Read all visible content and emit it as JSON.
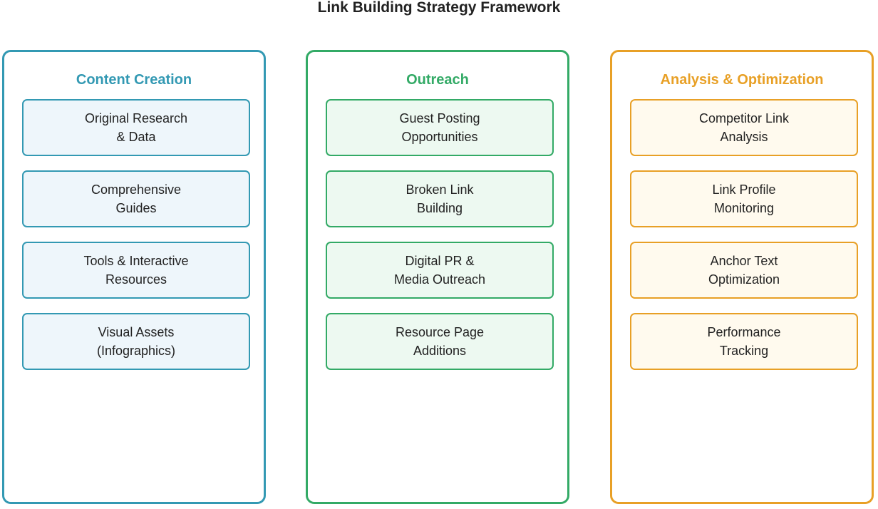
{
  "title": "Link Building Strategy Framework",
  "columns": [
    {
      "title": "Content Creation",
      "color": "#3399b3",
      "card_bg": "#eef6fb",
      "cards": [
        {
          "line1": "Original Research",
          "line2": "& Data"
        },
        {
          "line1": "Comprehensive",
          "line2": "Guides"
        },
        {
          "line1": "Tools & Interactive",
          "line2": "Resources"
        },
        {
          "line1": "Visual Assets",
          "line2": "(Infographics)"
        }
      ]
    },
    {
      "title": "Outreach",
      "color": "#33aa66",
      "card_bg": "#edf9f1",
      "cards": [
        {
          "line1": "Guest Posting",
          "line2": "Opportunities"
        },
        {
          "line1": "Broken Link",
          "line2": "Building"
        },
        {
          "line1": "Digital PR &",
          "line2": "Media Outreach"
        },
        {
          "line1": "Resource Page",
          "line2": "Additions"
        }
      ]
    },
    {
      "title": "Analysis & Optimization",
      "color": "#e8a026",
      "card_bg": "#fffaee",
      "cards": [
        {
          "line1": "Competitor Link",
          "line2": "Analysis"
        },
        {
          "line1": "Link Profile",
          "line2": "Monitoring"
        },
        {
          "line1": "Anchor Text",
          "line2": "Optimization"
        },
        {
          "line1": "Performance",
          "line2": "Tracking"
        }
      ]
    }
  ]
}
